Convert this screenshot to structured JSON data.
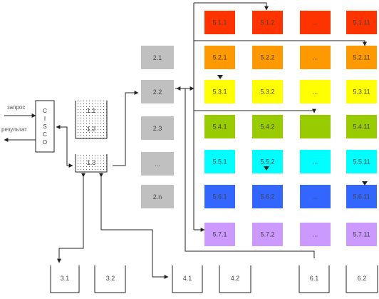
{
  "io": {
    "input_label": "запрос",
    "output_label": "результат"
  },
  "cisco": {
    "letters": [
      "C",
      "I",
      "S",
      "C",
      "O"
    ]
  },
  "level1": [
    "1.1",
    "1.2",
    "1.3"
  ],
  "level2": [
    "2.1",
    "2.2",
    "2.3",
    "...",
    "2.n"
  ],
  "grid": {
    "rows": [
      {
        "color": "#ff3300",
        "cells": [
          "5.1.1",
          "5.1.2",
          "...",
          "5.1.11"
        ]
      },
      {
        "color": "#ff9900",
        "cells": [
          "5.2.1",
          "5.2.2",
          "...",
          "5.2.11"
        ]
      },
      {
        "color": "#ffff00",
        "cells": [
          "5.3.1",
          "5.3.2",
          "...",
          "5.3.11"
        ]
      },
      {
        "color": "#99cc00",
        "cells": [
          "5.4.1",
          "5.4.2",
          "",
          "5.4.11"
        ]
      },
      {
        "color": "#00ffff",
        "cells": [
          "5.5.1",
          "5.5.2",
          "...",
          "5.5.11"
        ]
      },
      {
        "color": "#3366ff",
        "cells": [
          "5.6.1",
          "5.6.2",
          "...",
          "5.6.11"
        ]
      },
      {
        "color": "#cc99ff",
        "cells": [
          "5.7.1",
          "5.7.2",
          "...",
          "5.7.11"
        ]
      }
    ]
  },
  "bottom": [
    "3.1",
    "3.2",
    "4.1",
    "4.2",
    "6.1",
    "6.2"
  ],
  "colors": {
    "level2_fill": "#c0c0c0",
    "wire": "#222222",
    "dots": "#555555"
  }
}
